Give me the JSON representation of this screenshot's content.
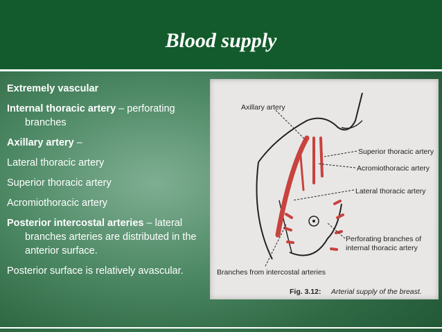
{
  "slide": {
    "title": "Blood supply",
    "bullets": [
      {
        "bold": "Extremely vascular",
        "rest": ""
      },
      {
        "bold": "Internal thoracic artery",
        "rest": " – perforating branches"
      },
      {
        "bold": "Axillary artery",
        "rest": " –"
      },
      {
        "bold": "",
        "rest": "Lateral thoracic artery"
      },
      {
        "bold": "",
        "rest": "Superior thoracic artery"
      },
      {
        "bold": "",
        "rest": "Acromiothoracic artery"
      },
      {
        "bold": "Posterior intercostal arteries",
        "rest": " – lateral branches arteries are distributed in the anterior surface."
      },
      {
        "bold": "",
        "rest": "Posterior surface is relatively avascular."
      }
    ]
  },
  "figure": {
    "labels": {
      "axillary": "Axillary artery",
      "superior": "Superior thoracic artery",
      "acromio": "Acromiothoracic artery",
      "lateral": "Lateral thoracic artery",
      "perforating1": "Perforating branches of",
      "perforating2": "internal thoracic artery",
      "intercostal": "Branches from intercostal arteries"
    },
    "caption_prefix": "Fig. 3.12:",
    "caption_text": "Arterial supply of the breast."
  },
  "colors": {
    "header": "#135b2c",
    "artery": "#c8423e",
    "text": "#ffffff"
  }
}
